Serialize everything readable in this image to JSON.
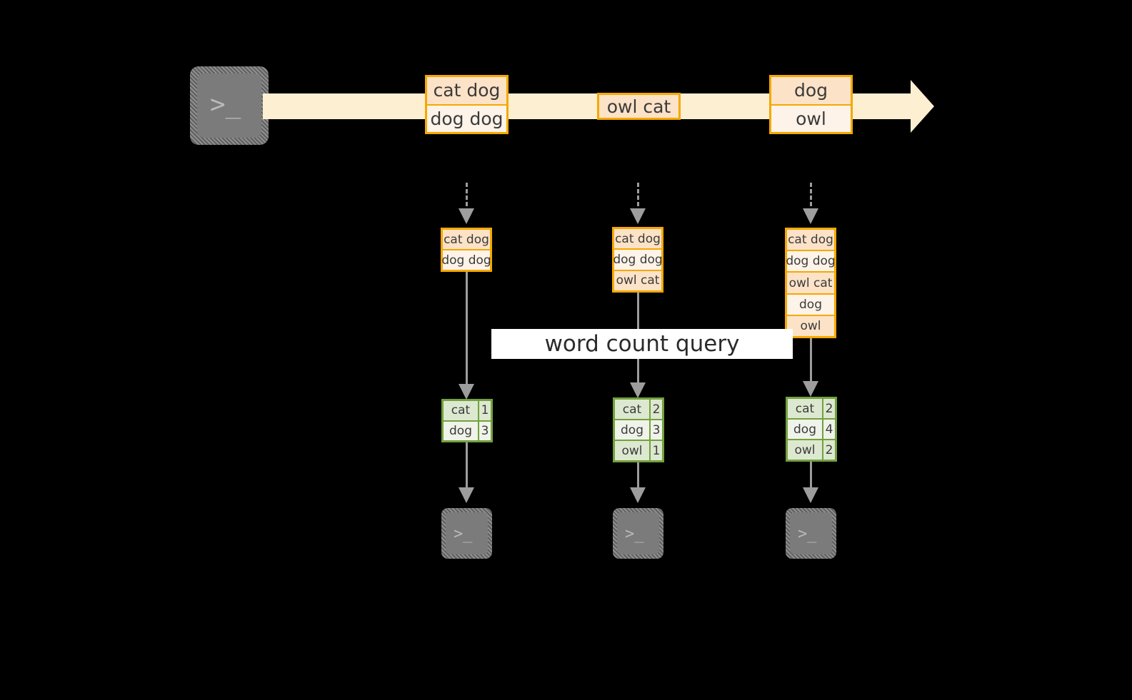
{
  "diagram": {
    "title_label": "word count query",
    "colors": {
      "background": "#000000",
      "stream_band": "#fdefd2",
      "event_border": "#f5a800",
      "event_fill_dark": "#fce2c7",
      "event_fill_light": "#fdf3e8",
      "table_border": "#73a13e",
      "table_fill_dark": "#dde8d0",
      "table_fill_light": "#eff3e9",
      "arrow_gray": "#9d9d9d",
      "terminal_gray": "#7b7b7b",
      "label_band": "#ffffff"
    },
    "source": {
      "icon_name": "terminal-icon",
      "glyph": ">_"
    },
    "stream": {
      "events": [
        {
          "name": "stream-event-1",
          "lines": [
            "cat dog",
            "dog dog"
          ]
        },
        {
          "name": "stream-event-2",
          "lines": [
            "owl cat"
          ]
        },
        {
          "name": "stream-event-3",
          "lines": [
            "dog",
            "owl"
          ]
        }
      ]
    },
    "snapshots": [
      {
        "name": "snapshot-1",
        "rows": [
          "cat dog",
          "dog dog"
        ],
        "results": [
          {
            "word": "cat",
            "count": "1"
          },
          {
            "word": "dog",
            "count": "3"
          }
        ],
        "sink_glyph": ">_"
      },
      {
        "name": "snapshot-2",
        "rows": [
          "cat dog",
          "dog dog",
          "owl cat"
        ],
        "results": [
          {
            "word": "cat",
            "count": "2"
          },
          {
            "word": "dog",
            "count": "3"
          },
          {
            "word": "owl",
            "count": "1"
          }
        ],
        "sink_glyph": ">_"
      },
      {
        "name": "snapshot-3",
        "rows": [
          "cat dog",
          "dog dog",
          "owl cat",
          "dog",
          "owl"
        ],
        "results": [
          {
            "word": "cat",
            "count": "2"
          },
          {
            "word": "dog",
            "count": "4"
          },
          {
            "word": "owl",
            "count": "2"
          }
        ],
        "sink_glyph": ">_"
      }
    ]
  }
}
